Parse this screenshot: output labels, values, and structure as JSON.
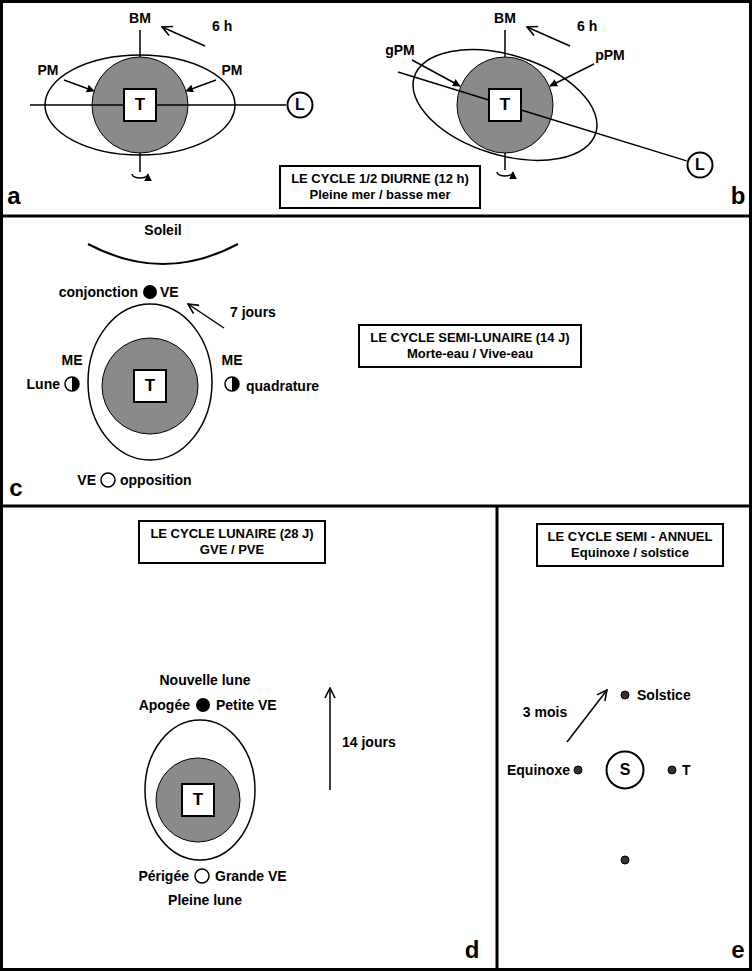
{
  "diagram": {
    "nodes": [
      {
        "text": [
          "T"
        ]
      },
      {
        "text": [
          "L"
        ]
      },
      {
        "text": [
          "T"
        ]
      },
      {
        "text": [
          "L"
        ]
      },
      {
        "text": [
          "LE CYCLE 1/2 DIURNE (12 h)",
          "Pleine mer / basse mer"
        ]
      },
      {
        "text": [
          "T"
        ]
      },
      {
        "text": [
          "LE CYCLE SEMI-LUNAIRE (14 J)",
          "Morte-eau / Vive-eau"
        ]
      },
      {
        "text": [
          "LE CYCLE LUNAIRE (28 J)",
          "GVE / PVE"
        ]
      },
      {
        "text": [
          "T"
        ]
      },
      {
        "text": [
          "LE CYCLE SEMI - ANNUEL",
          "Equinoxe / solstice"
        ]
      },
      {
        "text": [
          "S"
        ]
      }
    ],
    "edges": [
      {
        "from": 0,
        "to": 1,
        "arrow": "none"
      },
      {
        "from": 2,
        "to": 3,
        "arrow": "none"
      }
    ],
    "labels": [
      "BM",
      "6 h",
      "PM",
      "PM",
      "a",
      "BM",
      "6 h",
      "gPM",
      "pPM",
      "b",
      "Soleil",
      "conjonction",
      "VE",
      "7 jours",
      "ME",
      "ME",
      "Lune",
      "quadrature",
      "VE",
      "opposition",
      "c",
      "Nouvelle lune",
      "Apogée",
      "Petite VE",
      "14 jours",
      "Périgée",
      "Grande VE",
      "Pleine lune",
      "d",
      "Solstice",
      "3 mois",
      "Equinoxe",
      "T",
      "e"
    ]
  }
}
